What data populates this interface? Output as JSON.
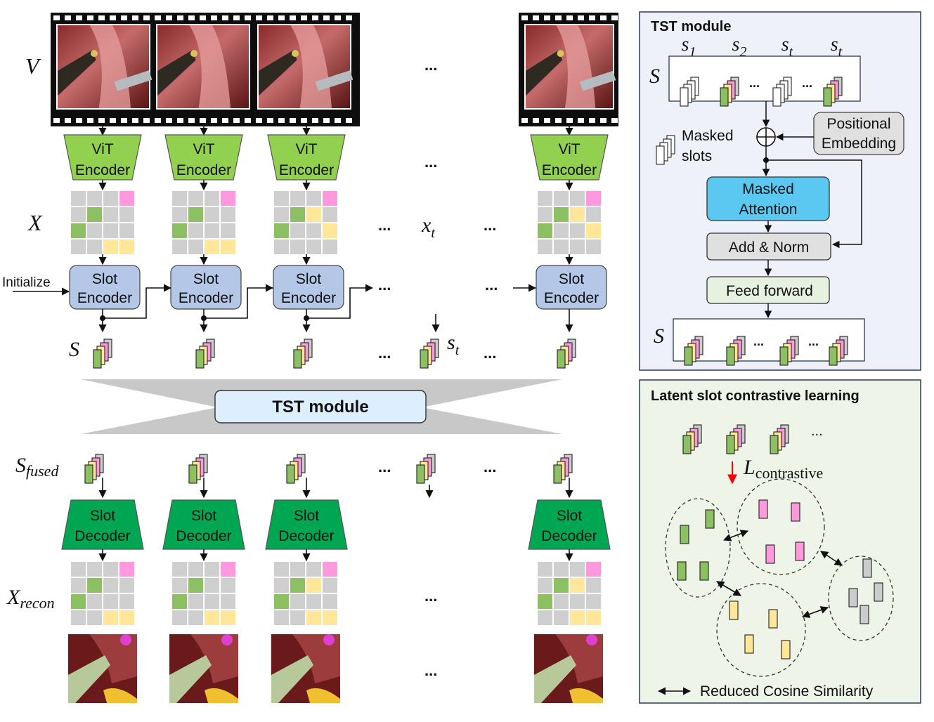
{
  "labels": {
    "video": "V",
    "features": "X",
    "slots": "S",
    "fused": "S",
    "fused_sub": "fused",
    "recon": "X",
    "recon_sub": "recon",
    "xt": "x",
    "xt_sub": "t",
    "st": "s",
    "st_sub": "t",
    "initialize": "Initialize",
    "ellipsis": "..."
  },
  "vit_encoder": {
    "line1": "ViT",
    "line2": "Encoder"
  },
  "slot_encoder": {
    "line1": "Slot",
    "line2": "Encoder"
  },
  "slot_decoder": {
    "line1": "Slot",
    "line2": "Decoder"
  },
  "tst_bar_label": "TST module",
  "tst_panel": {
    "title": "TST module",
    "s_label": "S",
    "s_label_out": "S",
    "slot_names": [
      {
        "base": "s",
        "sub": "1"
      },
      {
        "base": "s",
        "sub": "2"
      },
      {
        "base": "s",
        "sub": "t"
      },
      {
        "base": "s",
        "sub": "t"
      }
    ],
    "masked_slots_line1": "Masked",
    "masked_slots_line2": "slots",
    "positional_line1": "Positional",
    "positional_line2": "Embedding",
    "masked_attention_line1": "Masked",
    "masked_attention_line2": "Attention",
    "add_norm": "Add & Norm",
    "feed_forward": "Feed forward",
    "plus_symbol": "+"
  },
  "contrastive_panel": {
    "title": "Latent slot contrastive learning",
    "loss_base": "L",
    "loss_sub": "contrastive",
    "legend": "Reduced Cosine Similarity"
  },
  "colors": {
    "vit_fill": "#92d050",
    "slot_encoder_fill": "#b4c7e7",
    "slot_decoder_fill": "#00a651",
    "tst_bar_fill": "#ddeeff",
    "tst_panel_bg": "#eef1fa",
    "contrastive_panel_bg": "#eef4e8",
    "masked_attention_fill": "#5ac8f0",
    "add_norm_fill": "#e0e0e0",
    "feed_forward_fill": "#e6f2df",
    "positional_fill": "#e0e0e0",
    "slot_green": "#8cc063",
    "slot_yellow": "#ffe699",
    "slot_pink": "#ff99dd",
    "slot_gray": "#cccccc",
    "grid_gray": "#cfcfcf",
    "arrow_red": "#ff0000"
  }
}
